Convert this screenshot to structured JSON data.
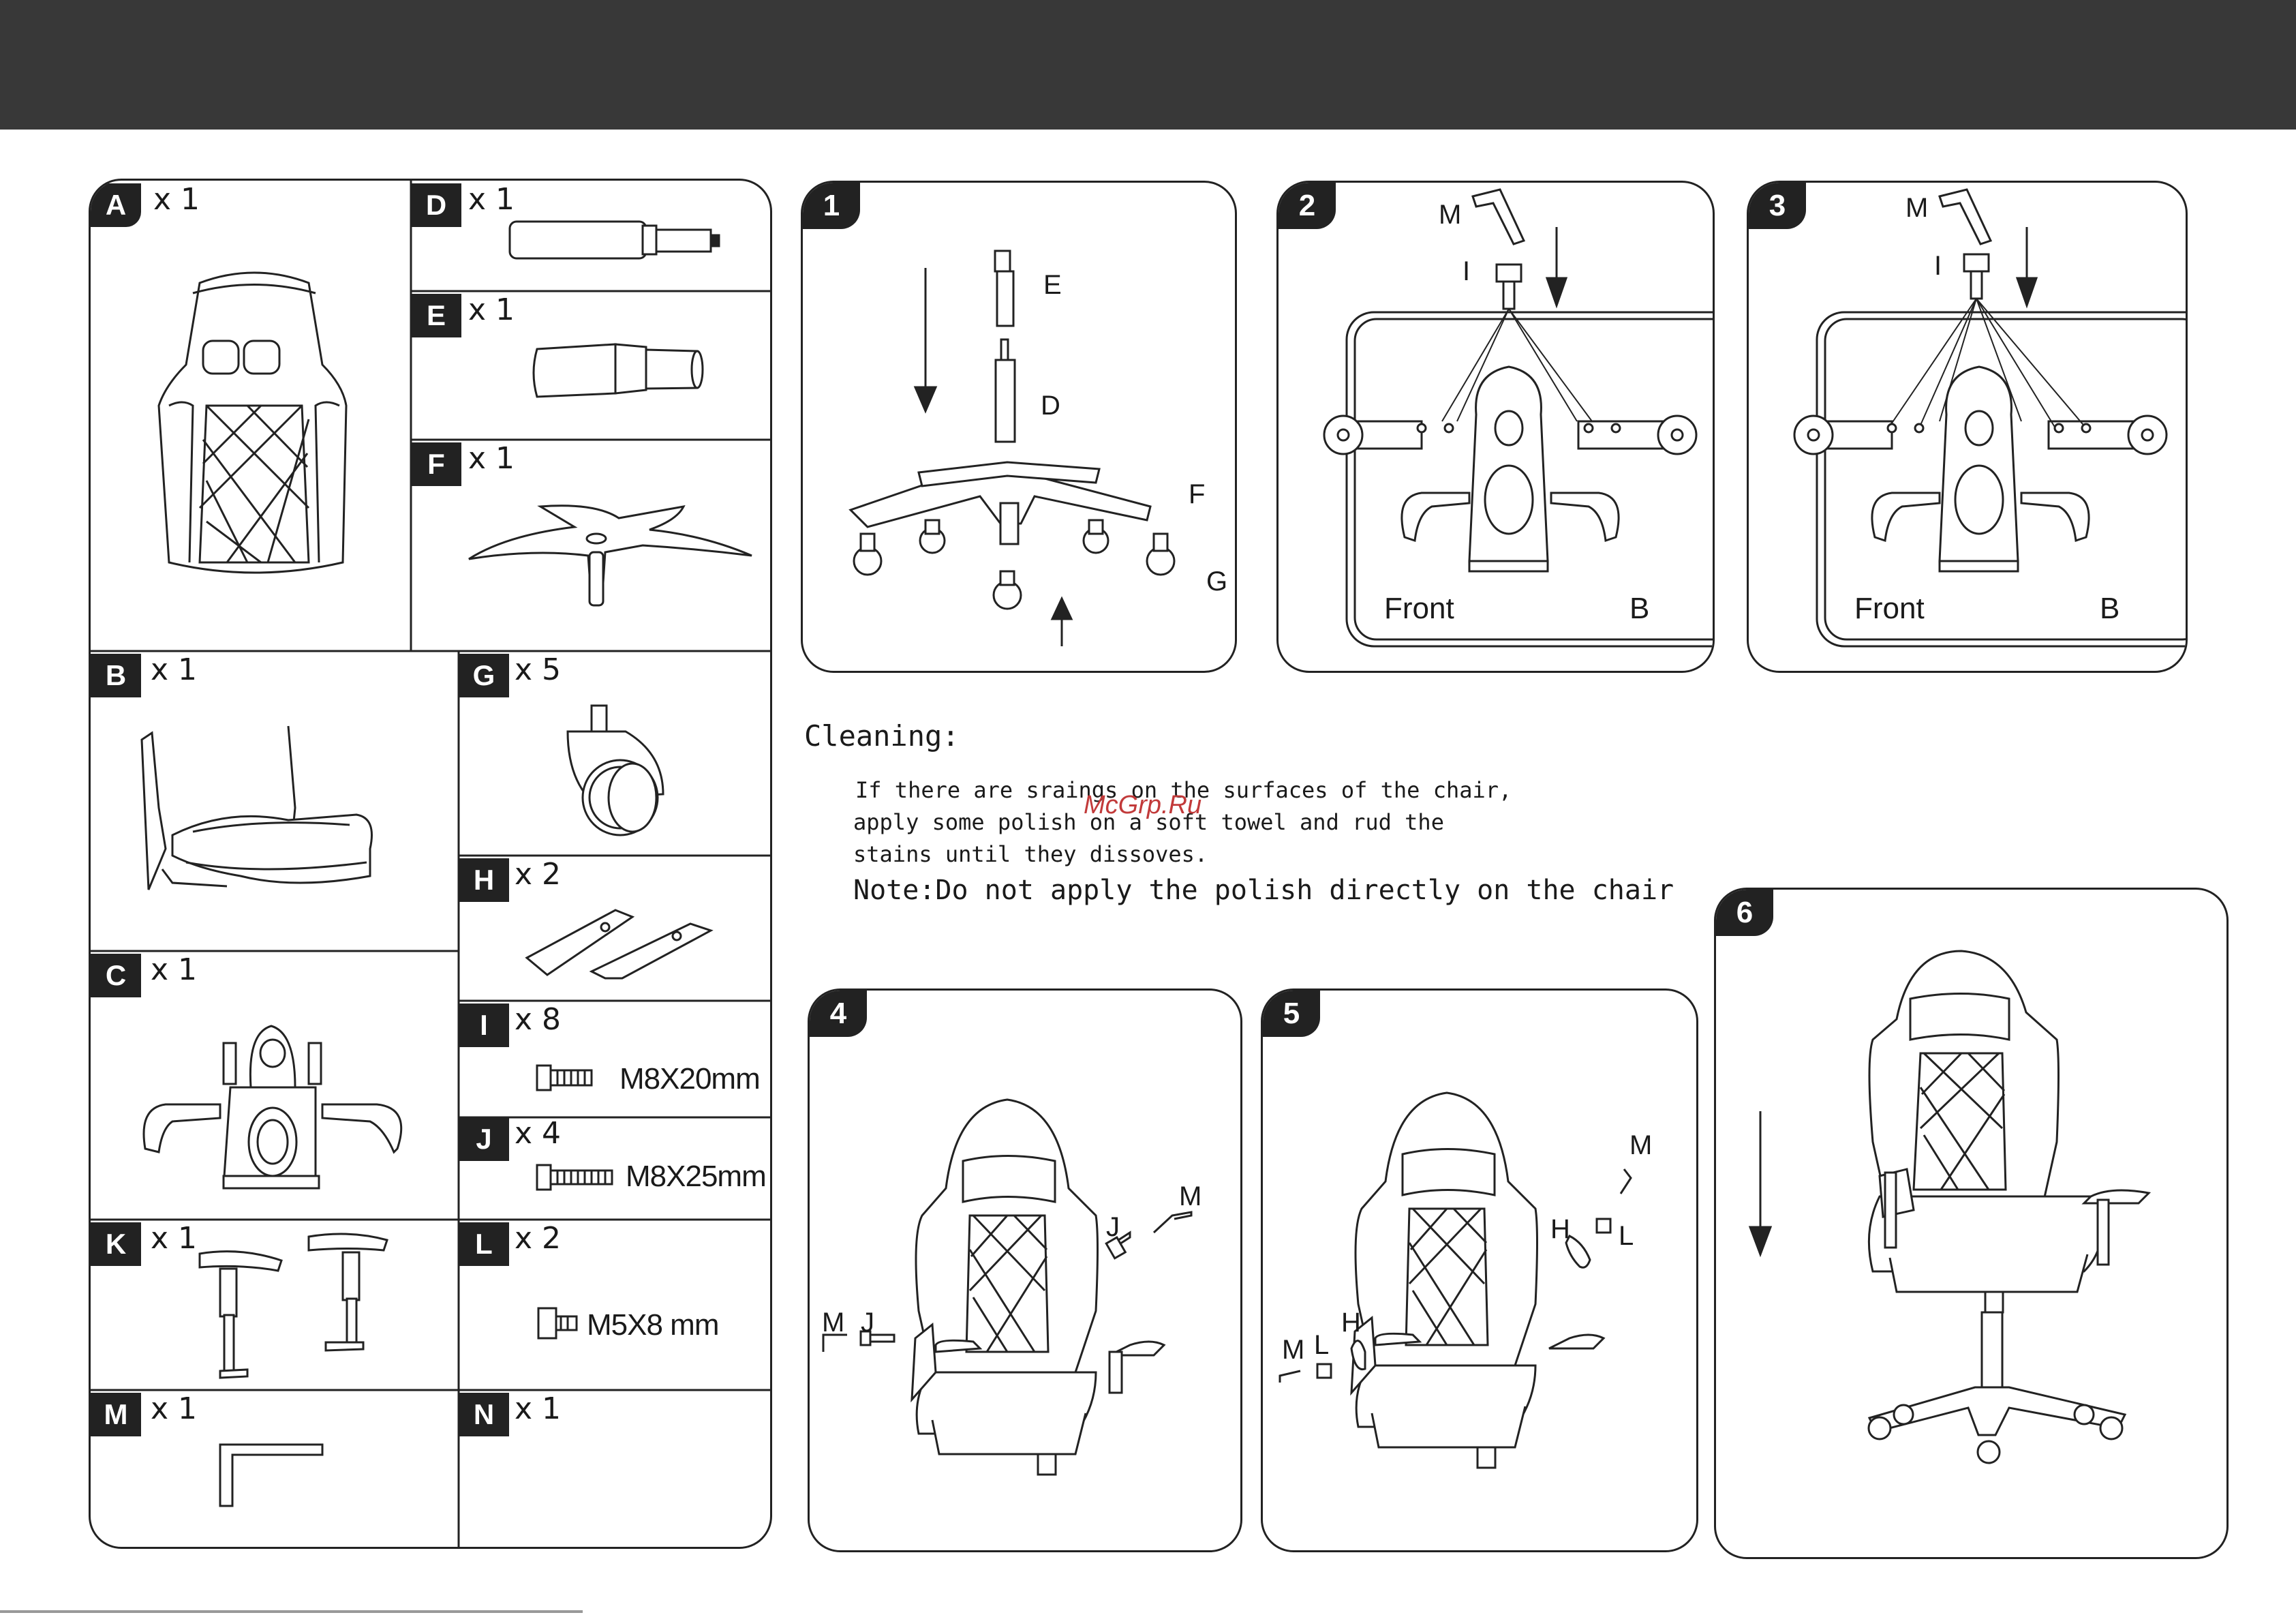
{
  "parts": [
    {
      "id": "A",
      "qty": "x 1"
    },
    {
      "id": "D",
      "qty": "x 1"
    },
    {
      "id": "E",
      "qty": "x 1"
    },
    {
      "id": "F",
      "qty": "x 1"
    },
    {
      "id": "B",
      "qty": "x 1"
    },
    {
      "id": "G",
      "qty": "x 5"
    },
    {
      "id": "H",
      "qty": "x 2"
    },
    {
      "id": "I",
      "qty": "x 8",
      "dim": "M8X20mm"
    },
    {
      "id": "J",
      "qty": "x 4",
      "dim": "M8X25mm"
    },
    {
      "id": "C",
      "qty": "x 1"
    },
    {
      "id": "K",
      "qty": "x 1"
    },
    {
      "id": "L",
      "qty": "x 2",
      "dim": "M5X8  mm"
    },
    {
      "id": "M",
      "qty": "x 1"
    },
    {
      "id": "N",
      "qty": "x 1"
    }
  ],
  "steps": {
    "s1": {
      "num": "1",
      "labels": {
        "e": "E",
        "d": "D",
        "f": "F",
        "g": "G"
      }
    },
    "s2": {
      "num": "2",
      "labels": {
        "m": "M",
        "i": "I",
        "front": "Front",
        "b": "B"
      }
    },
    "s3": {
      "num": "3",
      "labels": {
        "m": "M",
        "i": "I",
        "front": "Front",
        "b": "B"
      }
    },
    "s4": {
      "num": "4",
      "labels": {
        "m1": "M",
        "j1": "J",
        "j2": "J",
        "m2": "M"
      }
    },
    "s5": {
      "num": "5",
      "labels": {
        "m1": "M",
        "h1": "H",
        "l1": "L",
        "m2": "M",
        "l2": "L",
        "h2": "H"
      }
    },
    "s6": {
      "num": "6"
    }
  },
  "cleaning": {
    "title": "Cleaning:",
    "lines": [
      "If there are sraings on the surfaces of the chair,",
      "apply some polish on a soft towel and rud the",
      "stains until they dissoves."
    ],
    "note": "Note:Do not apply the polish directly on the chair"
  },
  "watermark": "McGrp.Ru"
}
